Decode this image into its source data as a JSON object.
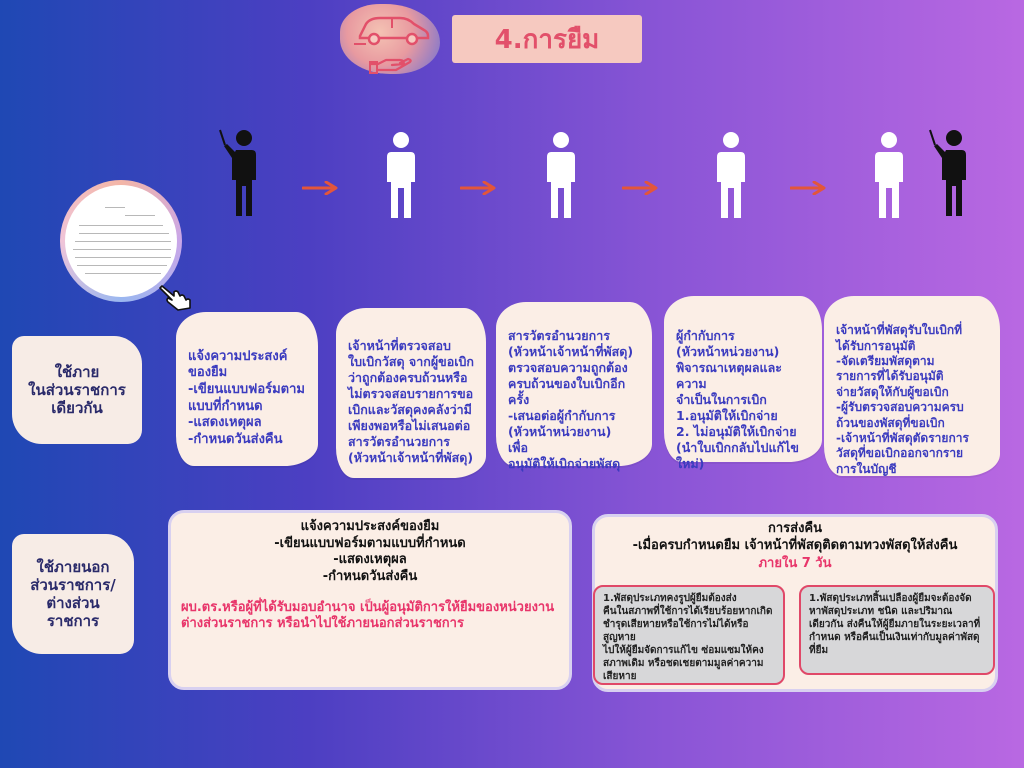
{
  "title": "4.การยืม",
  "icons": {
    "car": "car-icon",
    "hand": "open-hand-icon",
    "person_pointer": "person-pointing-icon",
    "person": "person-icon",
    "arrow": "arrow-right-icon",
    "form": "document-form-icon",
    "hand_pointing": "hand-pointing-icon"
  },
  "colors": {
    "accent_red": "#e8356a",
    "title_bg": "#f6c9c0",
    "bubble_text": "#3b3bbf",
    "arrow": "#e3563a"
  },
  "side_labels": {
    "inside": "ใช้ภาย\nในส่วนราชการ\nเดียวกัน",
    "outside": "ใช้ภายนอก\nส่วนราชการ/\nต่างส่วน\nราชการ"
  },
  "steps": [
    {
      "text": "แจ้งความประสงค์\nของยืม\n-เขียนแบบฟอร์มตาม\nแบบที่กำหนด\n-แสดงเหตุผล\n-กำหนดวันส่งคืน"
    },
    {
      "text": "เจ้าหน้าที่ตรวจสอบ\nใบเบิกวัสดุ จากผู้ขอเบิก\nว่าถูกต้องครบถ้วนหรือ\nไม่ตรวจสอบรายการขอ\nเบิกและวัสดุคงคลังว่ามี\nเพียงพอหรือไม่เสนอต่อ\nสารวัตรอำนวยการ\n(หัวหน้าเจ้าหน้าที่พัสดุ)"
    },
    {
      "text": "สารวัตรอำนวยการ\n(หัวหน้าเจ้าหน้าที่พัสดุ)\nตรวจสอบความถูกต้อง\nครบถ้วนของใบเบิกอีก\nครั้ง\n-เสนอต่อผู้กำกับการ\n(หัวหน้าหน่วยงาน)\nเพื่อ\nอนุมัติให้เบิกจ่ายพัสดุ"
    },
    {
      "text": "ผู้กำกับการ\n(หัวหน้าหน่วยงาน)\nพิจารณาเหตุผลและความ\nจำเป็นในการเบิก\n1.อนุมัติให้เบิกจ่าย\n2. ไม่อนุมัติให้เบิกจ่าย\n(นำใบเบิกกลับไปแก้ไข\nใหม่)"
    },
    {
      "text": "เจ้าหน้าที่พัสดุรับใบเบิกที่\nได้รับการอนุมัติ\n-จัดเตรียมพัสดุตาม\nรายการที่ได้รับอนุมัติ\nจ่ายวัสดุให้กับผู้ขอเบิก\n-ผู้รับตรวจสอบความครบ\nถ้วนของพัสดุที่ขอเบิก\n-เจ้าหน้าที่พัสดุตัดรายการ\nวัสดุที่ขอเบิกออกจากราย\nการในบัญชี"
    }
  ],
  "outside_panel": {
    "heading": "แจ้งความประสงค์ของยืม\n-เขียนแบบฟอร์มตามแบบที่กำหนด\n-แสดงเหตุผล\n-กำหนดวันส่งคืน",
    "red_text": "ผบ.ตร.หรือผู้ที่ได้รับมอบอำนาจ เป็นผู้อนุมัติการให้ยืมของหน่วยงานต่างส่วนราชการ หรือนำไปใช้ภายนอกส่วนราชการ"
  },
  "return_panel": {
    "heading": "การส่งคืน\n-เมื่อครบกำหนดยืม เจ้าหน้าที่พัสดุติดตามทวงพัสดุให้ส่งคืน",
    "deadline": "ภายใน 7 วัน",
    "note_1": "1.พัสดุประเภทคงรูปผู้ยืมต้องส่ง\nคืนในสภาพที่ใช้การได้เรียบร้อยหากเกิด\nชำรุดเสียหายหรือใช้การไม่ได้หรือสูญหาย\nไปให้ผู้ยืมจัดการแก้ไข ซ่อมแซมให้คง\nสภาพเดิม หรือชดเชยตามมูลค่าความ\nเสียหาย",
    "note_2": "1.พัสดุประเภทสิ้นเปลืองผู้ยืมจะต้องจัด\nหาพัสดุประเภท ชนิด และปริมาณ\nเดียวกัน ส่งคืนให้ผู้ยืมภายในระยะเวลาที่\nกำหนด หรือคืนเป็นเงินเท่ากับมูลค่าพัสดุ\nที่ยืม"
  }
}
